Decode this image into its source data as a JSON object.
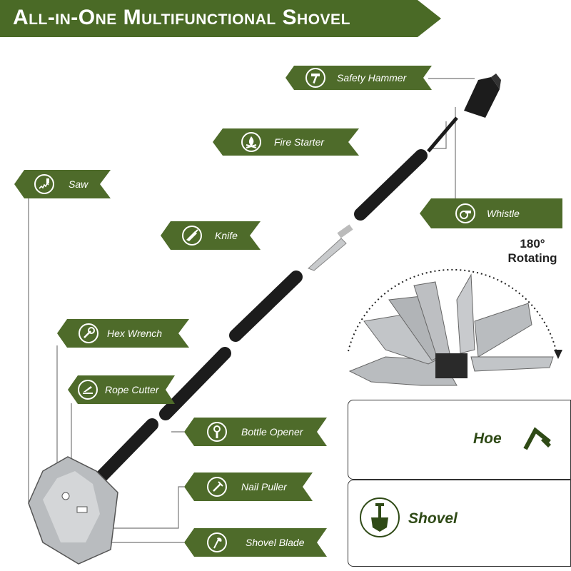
{
  "title": "All-in-One Multifunctional Shovel",
  "colors": {
    "banner": "#4a6a26",
    "label": "#4e6b2a",
    "text": "#ffffff",
    "tool": "#1c1c1c",
    "blade": "#b9bcbf"
  },
  "callouts": {
    "safety_hammer": {
      "label": "Safety Hammer",
      "icon": "hammer-icon"
    },
    "fire_starter": {
      "label": "Fire Starter",
      "icon": "fire-icon"
    },
    "saw": {
      "label": "Saw",
      "icon": "saw-icon"
    },
    "whistle": {
      "label": "Whistle",
      "icon": "whistle-icon"
    },
    "knife": {
      "label": "Knife",
      "icon": "knife-icon"
    },
    "hex_wrench": {
      "label": "Hex Wrench",
      "icon": "wrench-icon"
    },
    "rope_cutter": {
      "label": "Rope Cutter",
      "icon": "rope-cutter-icon"
    },
    "bottle_opener": {
      "label": "Bottle Opener",
      "icon": "bottle-opener-icon"
    },
    "nail_puller": {
      "label": "Nail Puller",
      "icon": "nail-icon"
    },
    "shovel_blade": {
      "label": "Shovel Blade",
      "icon": "axe-icon"
    }
  },
  "rotation": {
    "line1": "180°",
    "line2": "Rotating"
  },
  "modes": {
    "hoe": "Hoe",
    "shovel": "Shovel"
  }
}
